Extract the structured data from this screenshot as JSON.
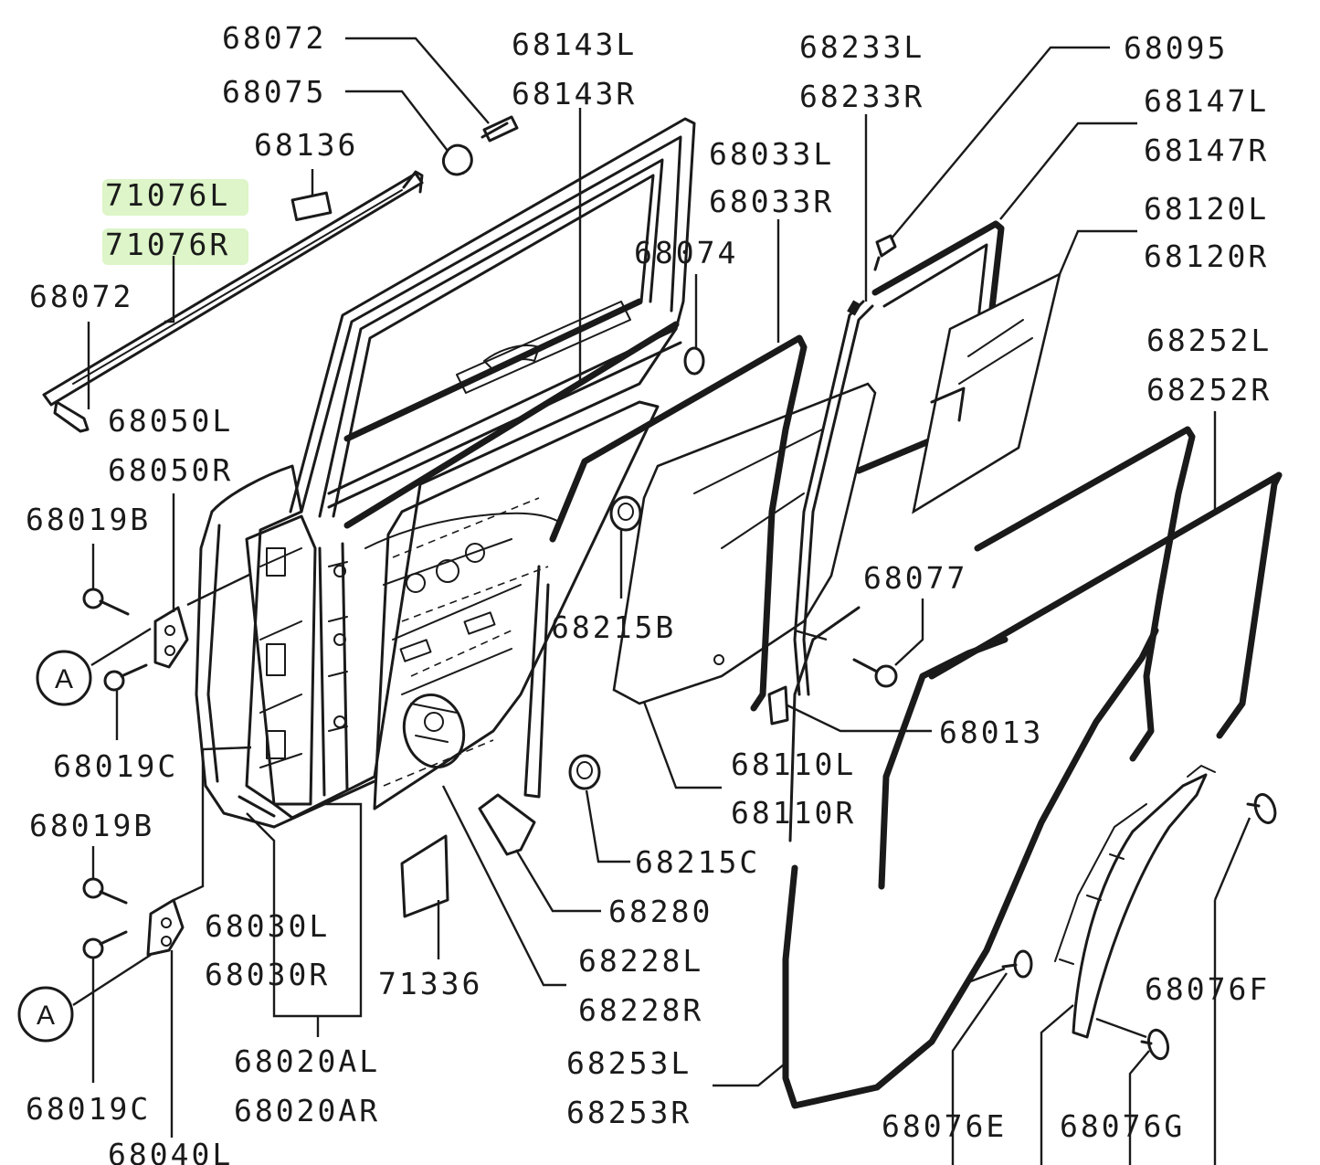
{
  "diagram": {
    "highlight_color": "#ddf5c8",
    "ink_color": "#1a1a1a",
    "callouts": {
      "p68072_top": "68072",
      "p68075": "68075",
      "p68136": "68136",
      "p71076L": "71076L",
      "p71076R": "71076R",
      "p68072_left": "68072",
      "p68050L": "68050L",
      "p68050R": "68050R",
      "p68019B_a": "68019B",
      "p68019C_a": "68019C",
      "p68019B_b": "68019B",
      "p68019C_b": "68019C",
      "p68040L": "68040L",
      "p68143L": "68143L",
      "p68143R": "68143R",
      "p68233L": "68233L",
      "p68233R": "68233R",
      "p68095": "68095",
      "p68147L": "68147L",
      "p68147R": "68147R",
      "p68033L": "68033L",
      "p68033R": "68033R",
      "p68120L": "68120L",
      "p68120R": "68120R",
      "p68074": "68074",
      "p68252L": "68252L",
      "p68252R": "68252R",
      "p68077": "68077",
      "p68215B": "68215B",
      "p68013": "68013",
      "p68110L": "68110L",
      "p68110R": "68110R",
      "p68215C": "68215C",
      "p68280": "68280",
      "p68030L": "68030L",
      "p68030R": "68030R",
      "p71336": "71336",
      "p68228L": "68228L",
      "p68228R": "68228R",
      "p68020AL": "68020AL",
      "p68020AR": "68020AR",
      "p68253L": "68253L",
      "p68253R": "68253R",
      "p68076F": "68076F",
      "p68076E": "68076E",
      "p68076G": "68076G"
    },
    "detail_marks": {
      "mark_a1": "A",
      "mark_a2": "A"
    }
  }
}
